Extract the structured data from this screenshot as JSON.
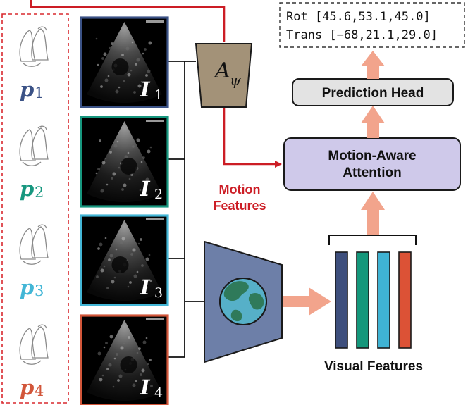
{
  "output_box": {
    "rot_line": "Rot [45.6,53.1,45.0]",
    "trans_line": "Trans [−68,21.1,29.0]"
  },
  "prediction_head": {
    "label": "Prediction Head"
  },
  "attention_block": {
    "line1": "Motion-Aware",
    "line2": "Attention"
  },
  "motion_features": {
    "line1": "Motion",
    "line2": "Features"
  },
  "visual_features": {
    "label": "Visual Features"
  },
  "pose_estimator": {
    "label": "A",
    "subscript": "ψ"
  },
  "views": [
    {
      "pose_letter": "p",
      "pose_index": "1",
      "image_letter": "I",
      "image_index": "1",
      "color": "#3b5286"
    },
    {
      "pose_letter": "p",
      "pose_index": "2",
      "image_letter": "I",
      "image_index": "2",
      "color": "#17977f"
    },
    {
      "pose_letter": "p",
      "pose_index": "3",
      "image_letter": "I",
      "image_index": "3",
      "color": "#43b6d6"
    },
    {
      "pose_letter": "p",
      "pose_index": "4",
      "image_letter": "I",
      "image_index": "4",
      "color": "#d2563a"
    }
  ],
  "feature_bars": [
    {
      "color": "#3e4f7d"
    },
    {
      "color": "#14977b"
    },
    {
      "color": "#3fb3d4"
    },
    {
      "color": "#dc5236"
    }
  ],
  "colors": {
    "motion_red": "#cc1d25",
    "flow_arrow": "#f2a48c",
    "attention_fill": "#cfc9ea",
    "head_fill": "#e3e3e3",
    "estimator_fill": "#a39278",
    "encoder_fill": "#6d7fa8"
  }
}
